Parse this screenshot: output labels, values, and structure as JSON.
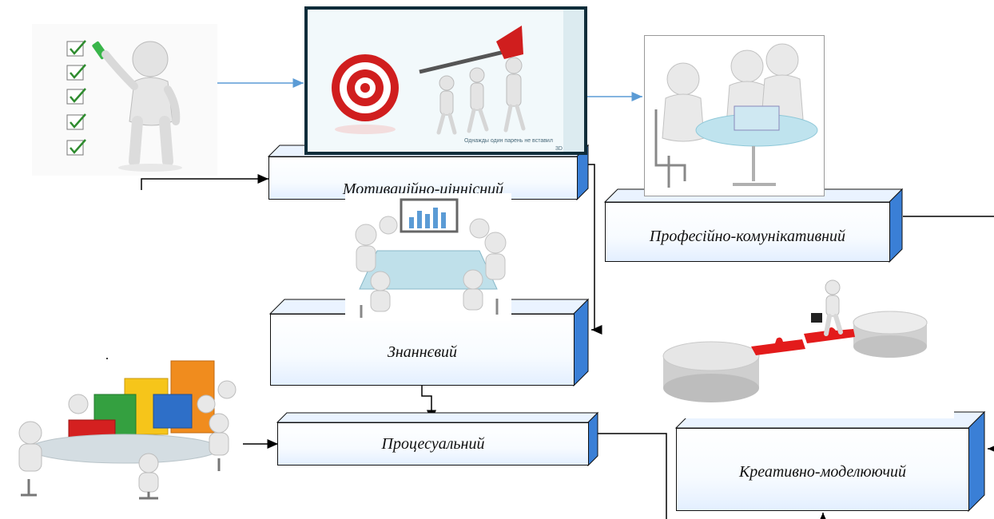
{
  "boxes": {
    "motivational": "Мотиваційно-ціннісний",
    "professional": "Професійно-комунікативний",
    "knowledge": "Знаннєвий",
    "procedural": "Процесуальний",
    "creative": "Креативно-моделюючий"
  },
  "image_caption": {
    "line1": "Однажды один парень не вставил",
    "line2": "3D"
  },
  "colors": {
    "connector_blue": "#5b9bd5",
    "connector_black": "#000000",
    "box_side": "#3a7fd6",
    "target_red": "#d01e1e",
    "puzzle_red": "#e31b1b"
  }
}
